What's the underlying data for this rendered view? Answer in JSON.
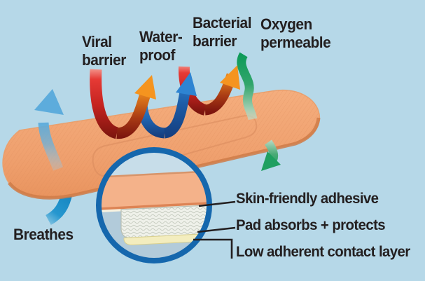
{
  "colors": {
    "bg": "#b6d8e8",
    "ink": "#231f20",
    "bandage": "#f0a474",
    "bandage_edge": "#cf7b48",
    "circle_border": "#1567ad",
    "arrow_red": "#e2262c",
    "arrow_orange": "#f5941f",
    "arrow_blue": "#2e84d2",
    "arrow_green": "#12a05f",
    "arrow_light_blue": "#58aadb",
    "breathes_blue": "#1e96cd",
    "pad_white": "#eff1ea",
    "adhesive_cream": "#f8f3e1",
    "contact_yellow": "#f3edbe"
  },
  "features": [
    {
      "id": "viral",
      "lines": [
        "Viral",
        "barrier"
      ]
    },
    {
      "id": "waterproof",
      "lines": [
        "Water-",
        "proof"
      ]
    },
    {
      "id": "bacterial",
      "lines": [
        "Bacterial",
        "barrier"
      ]
    },
    {
      "id": "oxygen",
      "lines": [
        "Oxygen",
        "permeable"
      ]
    },
    {
      "id": "breathes",
      "lines": [
        "Breathes"
      ]
    }
  ],
  "layers": [
    "Skin-friendly adhesive",
    "Pad absorbs + protects",
    "Low adherent contact layer"
  ]
}
